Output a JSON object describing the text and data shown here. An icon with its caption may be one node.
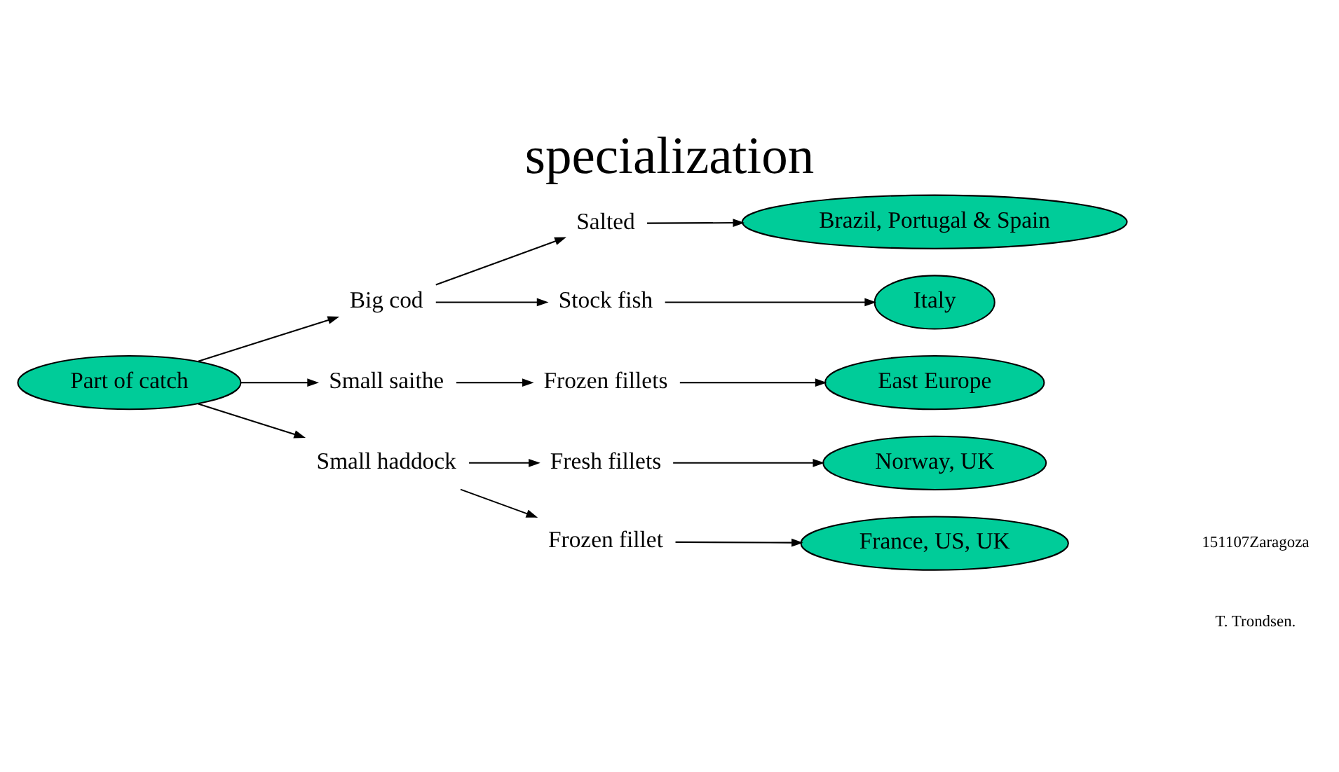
{
  "diagram": {
    "title": "specialization",
    "nodes": [
      {
        "text": [
          "Part of catch"
        ]
      },
      {
        "text": [
          "Big cod"
        ]
      },
      {
        "text": [
          "Small saithe"
        ]
      },
      {
        "text": [
          "Small haddock"
        ]
      },
      {
        "text": [
          "Salted"
        ]
      },
      {
        "text": [
          "Stock fish"
        ]
      },
      {
        "text": [
          "Frozen fillets"
        ]
      },
      {
        "text": [
          "Fresh fillets"
        ]
      },
      {
        "text": [
          "Frozen fillet"
        ]
      },
      {
        "text": [
          "Brazil, Portugal & Spain"
        ]
      },
      {
        "text": [
          "Italy"
        ]
      },
      {
        "text": [
          "East Europe"
        ]
      },
      {
        "text": [
          "Norway, UK"
        ]
      },
      {
        "text": [
          "France, US, UK"
        ]
      }
    ],
    "edges": [
      {
        "from": 0,
        "to": 1,
        "arrow": "to"
      },
      {
        "from": 0,
        "to": 2,
        "arrow": "to"
      },
      {
        "from": 0,
        "to": 3,
        "arrow": "to"
      },
      {
        "from": 1,
        "to": 4,
        "arrow": "to"
      },
      {
        "from": 1,
        "to": 5,
        "arrow": "to"
      },
      {
        "from": 4,
        "to": 9,
        "arrow": "to"
      },
      {
        "from": 5,
        "to": 10,
        "arrow": "to"
      },
      {
        "from": 2,
        "to": 6,
        "arrow": "to"
      },
      {
        "from": 6,
        "to": 11,
        "arrow": "to"
      },
      {
        "from": 3,
        "to": 7,
        "arrow": "to"
      },
      {
        "from": 3,
        "to": 8,
        "arrow": "to"
      },
      {
        "from": 7,
        "to": 12,
        "arrow": "to"
      },
      {
        "from": 8,
        "to": 13,
        "arrow": "to"
      }
    ],
    "labels": [
      "151107Zaragoza",
      "T. Trondsen."
    ]
  }
}
